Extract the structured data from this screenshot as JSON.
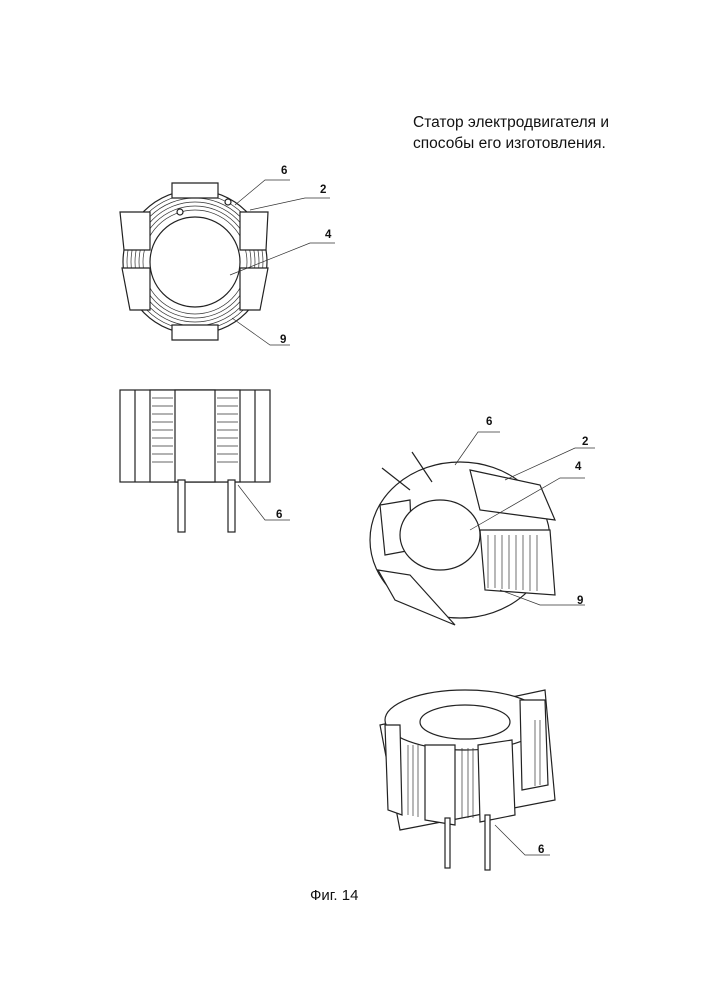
{
  "header": {
    "title_line1": "Статор электродвигателя и",
    "title_line2": "способы его изготовления."
  },
  "caption": "Фиг. 14",
  "views": {
    "top_view": {
      "labels": [
        "6",
        "2",
        "4",
        "9"
      ]
    },
    "side_view": {
      "labels": [
        "6"
      ]
    },
    "iso_view_a": {
      "labels": [
        "6",
        "2",
        "4",
        "9"
      ]
    },
    "iso_view_b": {
      "labels": [
        "6"
      ]
    }
  }
}
